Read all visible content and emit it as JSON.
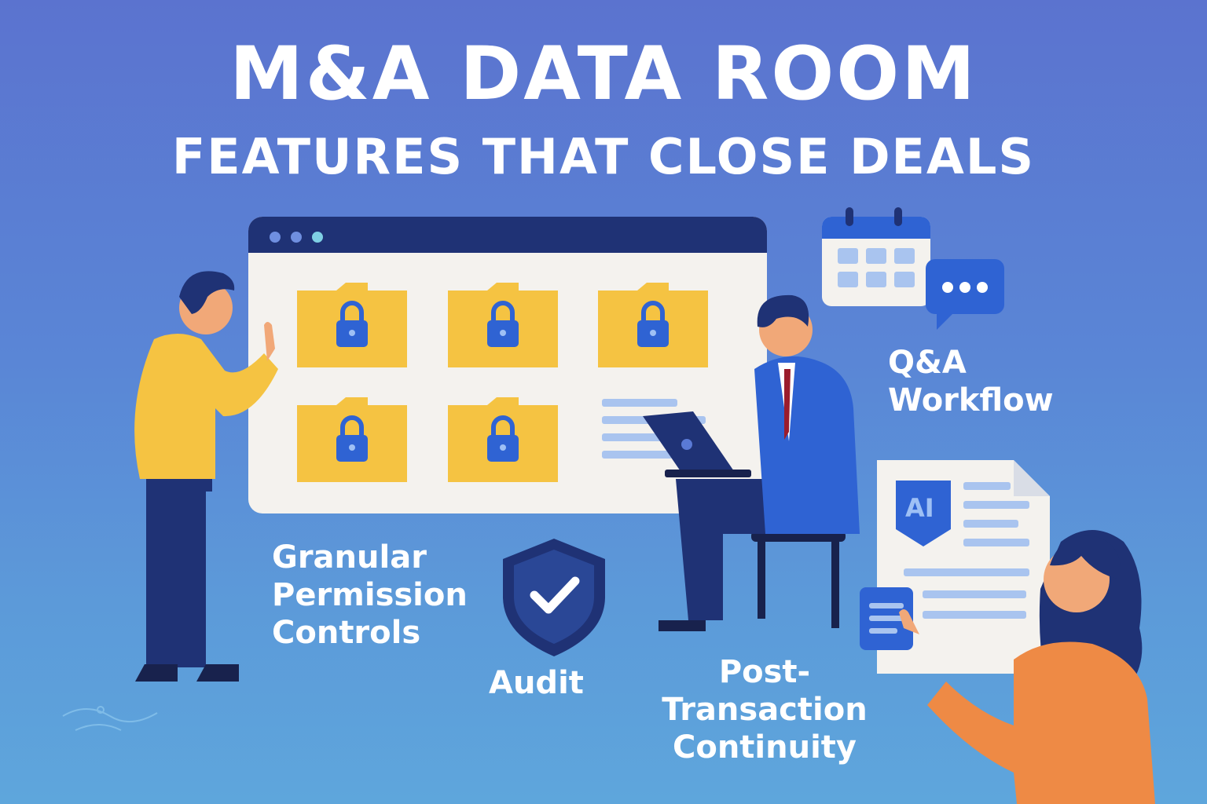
{
  "header": {
    "title": "M&A DATA ROOM",
    "subtitle": "FEATURES THAT CLOSE DEALS"
  },
  "features": {
    "granular": [
      "Granular",
      "Permission",
      "Controls"
    ],
    "audit": "Audit",
    "post_transaction": [
      "Post-",
      "Transaction",
      "Continuity"
    ],
    "qa": [
      "Q&A",
      "Workflow"
    ]
  },
  "document_badge": "AI",
  "colors": {
    "folder": "#f5c342",
    "navy": "#1f3275",
    "accent_blue": "#2f63d3",
    "yellow_shirt": "#f5c342",
    "orange_shirt": "#ee8a45"
  },
  "icons": [
    "browser-window-icon",
    "lock-icon",
    "shield-check-icon",
    "calendar-icon",
    "chat-bubble-icon",
    "document-icon",
    "laptop-icon"
  ]
}
